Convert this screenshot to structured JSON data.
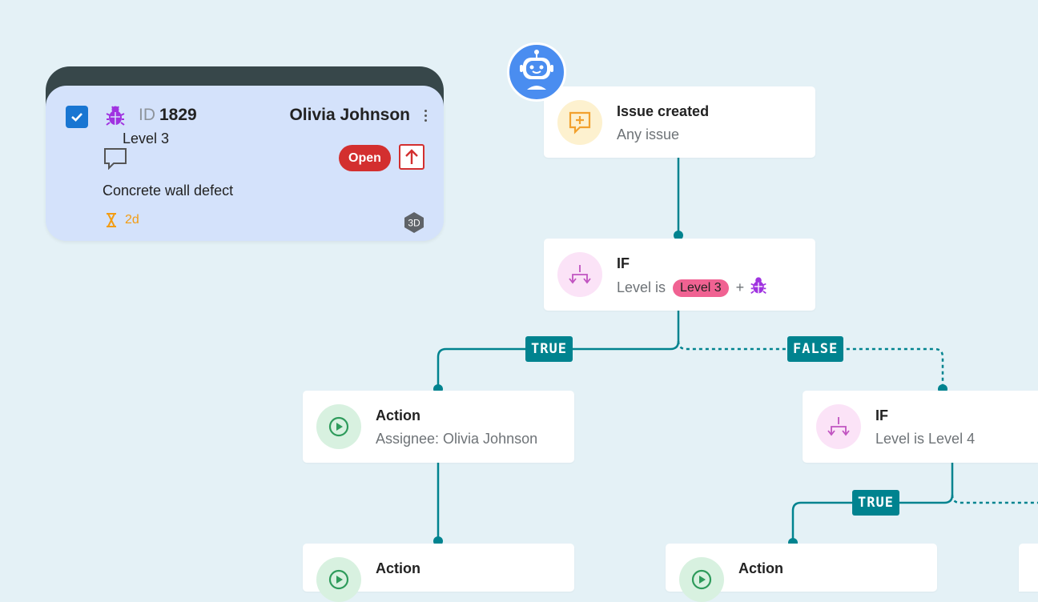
{
  "issue_card": {
    "id_label": "ID",
    "id_number": "1829",
    "level": "Level 3",
    "assignee": "Olivia Johnson",
    "status": "Open",
    "title": "Concrete wall defect",
    "duration": "2d",
    "view_badge": "3D"
  },
  "flow": {
    "trigger": {
      "title": "Issue created",
      "subtitle": "Any issue"
    },
    "if1": {
      "title": "IF",
      "prefix": "Level is",
      "pill": "Level 3",
      "plus": "+"
    },
    "true_label": "TRUE",
    "false_label": "FALSE",
    "action1": {
      "title": "Action",
      "subtitle": "Assignee: Olivia Johnson"
    },
    "if2": {
      "title": "IF",
      "subtitle": "Level is Level 4"
    },
    "true_label_2": "TRUE",
    "action2": {
      "title": "Action"
    },
    "action3": {
      "title": "Action"
    }
  },
  "colors": {
    "background": "#e4f1f6",
    "line": "#00838f",
    "card_bg": "#d4e2fb",
    "status_red": "#d32f2f",
    "level_pill": "#f06292",
    "bug_purple": "#a033e0",
    "bot_blue": "#4a8df0"
  },
  "icons": [
    "checkbox-icon",
    "bug-icon",
    "comment-icon",
    "priority-up-icon",
    "hourglass-icon",
    "3d-icon",
    "robot-icon",
    "issue-created-icon",
    "branch-icon",
    "play-icon",
    "kebab-menu-icon"
  ]
}
